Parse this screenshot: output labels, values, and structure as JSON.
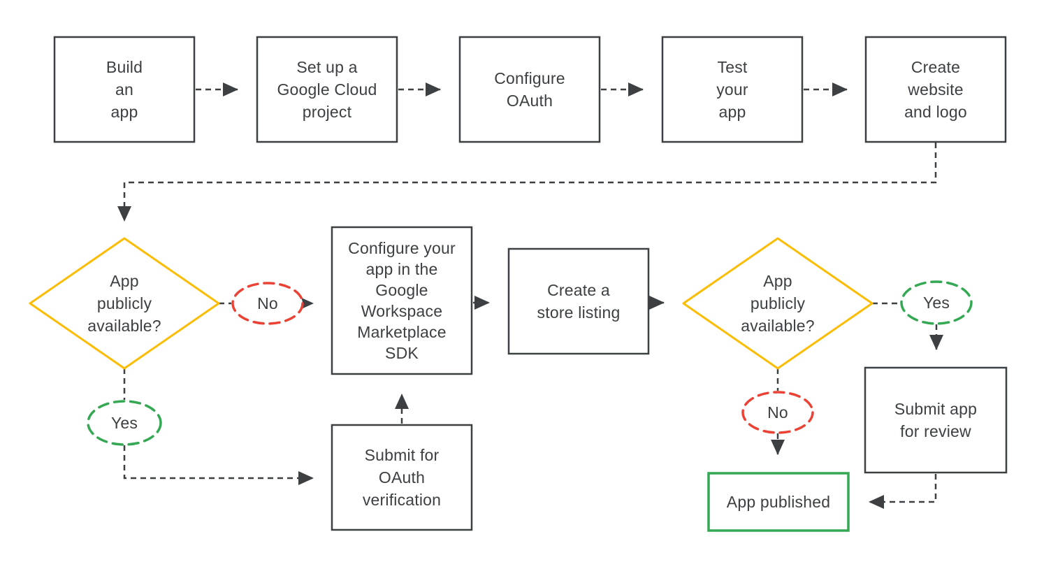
{
  "diagram": {
    "description": "App publishing flowchart",
    "palette": {
      "line": "#3c4043",
      "text": "#3c4043",
      "decision_border": "#fbbc04",
      "yes_border": "#34a853",
      "no_border": "#ea4335",
      "published_border": "#34a853",
      "background": "#ffffff"
    },
    "nodes": {
      "build_app": {
        "label": "Build\nan\napp"
      },
      "setup_gcp": {
        "label": "Set up a\nGoogle Cloud\nproject"
      },
      "configure_oauth": {
        "label": "Configure\nOAuth"
      },
      "test_app": {
        "label": "Test\nyour\napp"
      },
      "create_website": {
        "label": "Create\nwebsite\nand logo"
      },
      "decision_left": {
        "label": "App\npublicly\navailable?"
      },
      "no_left": {
        "label": "No"
      },
      "yes_left": {
        "label": "Yes"
      },
      "configure_sdk": {
        "label": "Configure your\napp in the\nGoogle\nWorkspace\nMarketplace\nSDK"
      },
      "store_listing": {
        "label": "Create a\nstore listing"
      },
      "submit_oauth": {
        "label": "Submit for\nOAuth\nverification"
      },
      "decision_right": {
        "label": "App\npublicly\navailable?"
      },
      "yes_right": {
        "label": "Yes"
      },
      "no_right": {
        "label": "No"
      },
      "submit_review": {
        "label": "Submit app\nfor review"
      },
      "app_published": {
        "label": "App published"
      }
    }
  }
}
